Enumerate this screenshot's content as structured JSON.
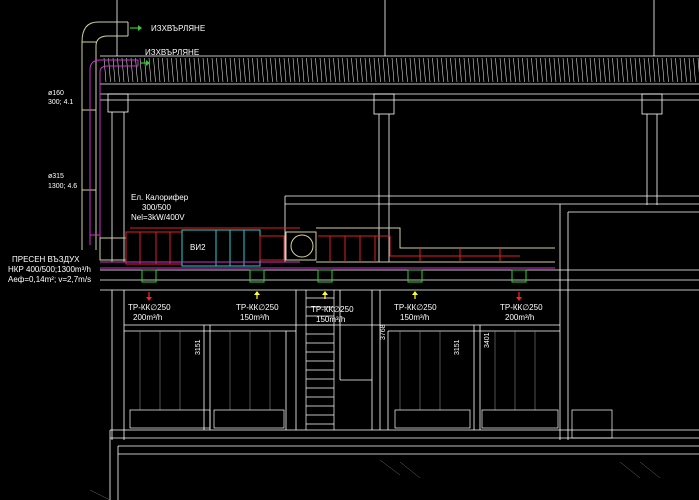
{
  "colors": {
    "background": "#000000",
    "structure": "#ffffff",
    "exhaust_duct": "#d1d1a0",
    "supply_duct": "#cc33cc",
    "red_duct": "#dd2222",
    "cyan_unit": "#33cccc",
    "green_box": "#33cc33",
    "arrow_green": "#33cc33",
    "arrow_red": "#ff2222",
    "arrow_yellow": "#ffff33",
    "grey_line": "#888888"
  },
  "labels": {
    "exhaust_top": "ИЗХВЪРЛЯНЕ",
    "exhaust_second": "ИЗХВЪРЛЯНЕ",
    "duct_d160": "ø160",
    "duct_d160_flow": "300; 4.1",
    "duct_d315": "ø315",
    "duct_d315_flow": "1300; 4.6",
    "heater_line1": "Ел. Калорифер",
    "heater_line2": "300/500",
    "heater_line3": "Nel=3kW/400V",
    "fan_label": "ВИ2",
    "fresh_air_line1": "ПРЕСЕН ВЪЗДУХ",
    "fresh_air_line2": "НКР 400/500;1300m³/h",
    "fresh_air_line3": "Аеф=0,14m²; v=2,7m/s"
  },
  "diffusers": [
    {
      "name": "ТР-КК∅250",
      "flow": "200m³/h"
    },
    {
      "name": "ТР-КК∅250",
      "flow": "150m³/h"
    },
    {
      "name": "ТР-КК∅250",
      "flow": "150m³/h"
    },
    {
      "name": "ТР-КК∅250",
      "flow": "150m³/h"
    },
    {
      "name": "ТР-КК∅250",
      "flow": "200m³/h"
    }
  ],
  "dimensions": {
    "room_left": "3151",
    "stair": "3768",
    "room_right": "3151",
    "room_far_right": "3401"
  }
}
